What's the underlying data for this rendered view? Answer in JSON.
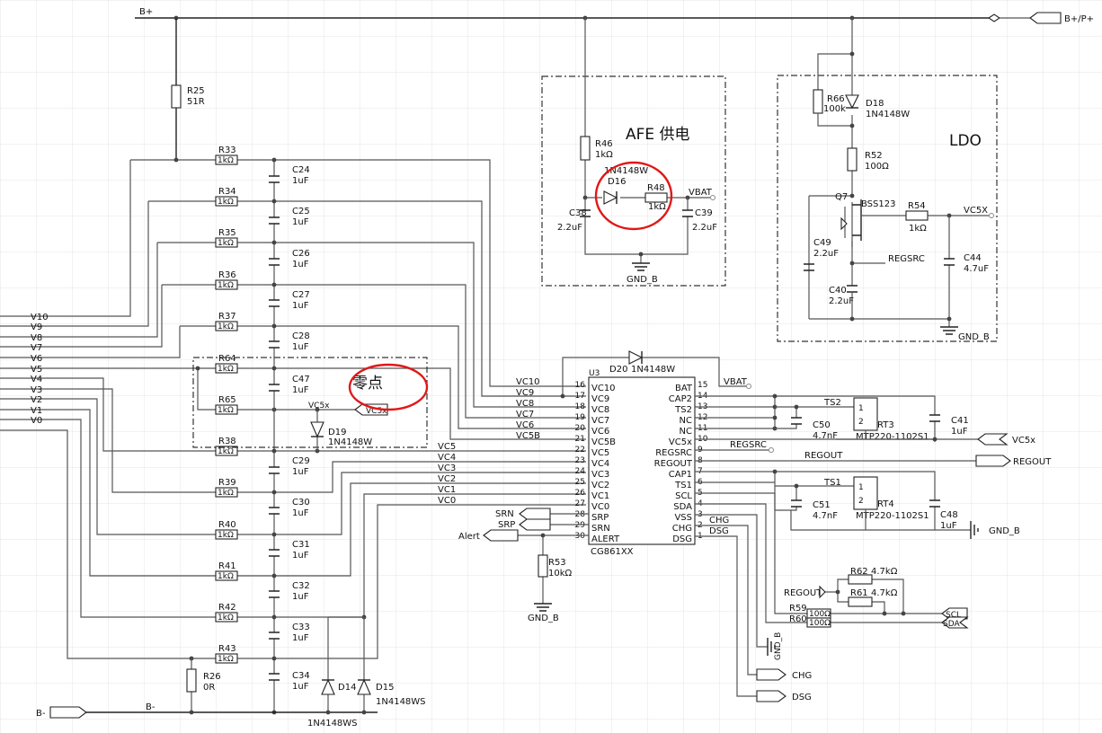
{
  "nets": {
    "bplus": "B+",
    "bpluspplus": "B+/P+",
    "bminus_port": "B-",
    "bminus": "B-",
    "vbat": "VBAT",
    "vc5x": "VC5x",
    "gnd_b": "GND_B",
    "regsrc": "REGSRC",
    "regout": "REGOUT",
    "alert": "Alert",
    "srn": "SRN",
    "srp": "SRP",
    "chg": "CHG",
    "dsg": "DSG",
    "scl": "SCL",
    "sda": "SDA",
    "ts1": "TS1",
    "ts2": "TS2",
    "vc5x_caps": "VC5X"
  },
  "inputs": [
    "V10",
    "V9",
    "V8",
    "V7",
    "V6",
    "V5",
    "V4",
    "V3",
    "V2",
    "V1",
    "V0"
  ],
  "boxes": {
    "afe": "AFE 供电",
    "ldo": "LDO",
    "zero": "零点"
  },
  "ic": {
    "ref": "U3",
    "name": "CG861XX",
    "left_pins": [
      {
        "num": "16",
        "name": "VC10"
      },
      {
        "num": "17",
        "name": "VC9"
      },
      {
        "num": "18",
        "name": "VC8"
      },
      {
        "num": "19",
        "name": "VC7"
      },
      {
        "num": "20",
        "name": "VC6"
      },
      {
        "num": "21",
        "name": "VC5B"
      },
      {
        "num": "22",
        "name": "VC5"
      },
      {
        "num": "23",
        "name": "VC4"
      },
      {
        "num": "24",
        "name": "VC3"
      },
      {
        "num": "25",
        "name": "VC2"
      },
      {
        "num": "26",
        "name": "VC1"
      },
      {
        "num": "27",
        "name": "VC0"
      },
      {
        "num": "28",
        "name": "SRP"
      },
      {
        "num": "29",
        "name": "SRN"
      },
      {
        "num": "30",
        "name": "ALERT"
      }
    ],
    "right_pins": [
      {
        "num": "15",
        "name": "BAT"
      },
      {
        "num": "14",
        "name": "CAP2"
      },
      {
        "num": "13",
        "name": "TS2"
      },
      {
        "num": "12",
        "name": "NC"
      },
      {
        "num": "11",
        "name": "NC"
      },
      {
        "num": "10",
        "name": "VC5x"
      },
      {
        "num": "9",
        "name": "REGSRC"
      },
      {
        "num": "8",
        "name": "REGOUT"
      },
      {
        "num": "7",
        "name": "CAP1"
      },
      {
        "num": "6",
        "name": "TS1"
      },
      {
        "num": "5",
        "name": "SCL"
      },
      {
        "num": "4",
        "name": "SDA"
      },
      {
        "num": "3",
        "name": "VSS"
      },
      {
        "num": "2",
        "name": "CHG"
      },
      {
        "num": "1",
        "name": "DSG"
      }
    ],
    "left_nets": [
      "VC10",
      "VC9",
      "VC8",
      "VC7",
      "VC6",
      "VC5B",
      "VC5",
      "VC4",
      "VC3",
      "VC2",
      "VC1",
      "VC0"
    ]
  },
  "parts": {
    "r25": {
      "ref": "R25",
      "val": "51R"
    },
    "r26": {
      "ref": "R26",
      "val": "0R"
    },
    "r33": {
      "ref": "R33",
      "val": "1kΩ"
    },
    "r34": {
      "ref": "R34",
      "val": "1kΩ"
    },
    "r35": {
      "ref": "R35",
      "val": "1kΩ"
    },
    "r36": {
      "ref": "R36",
      "val": "1kΩ"
    },
    "r37": {
      "ref": "R37",
      "val": "1kΩ"
    },
    "r64": {
      "ref": "R64",
      "val": "1kΩ"
    },
    "r65": {
      "ref": "R65",
      "val": "1kΩ"
    },
    "r38": {
      "ref": "R38",
      "val": "1kΩ"
    },
    "r39": {
      "ref": "R39",
      "val": "1kΩ"
    },
    "r40": {
      "ref": "R40",
      "val": "1kΩ"
    },
    "r41": {
      "ref": "R41",
      "val": "1kΩ"
    },
    "r42": {
      "ref": "R42",
      "val": "1kΩ"
    },
    "r43": {
      "ref": "R43",
      "val": "1kΩ"
    },
    "c24": {
      "ref": "C24",
      "val": "1uF"
    },
    "c25": {
      "ref": "C25",
      "val": "1uF"
    },
    "c26": {
      "ref": "C26",
      "val": "1uF"
    },
    "c27": {
      "ref": "C27",
      "val": "1uF"
    },
    "c28": {
      "ref": "C28",
      "val": "1uF"
    },
    "c47": {
      "ref": "C47",
      "val": "1uF"
    },
    "c29": {
      "ref": "C29",
      "val": "1uF"
    },
    "c30": {
      "ref": "C30",
      "val": "1uF"
    },
    "c31": {
      "ref": "C31",
      "val": "1uF"
    },
    "c32": {
      "ref": "C32",
      "val": "1uF"
    },
    "c33": {
      "ref": "C33",
      "val": "1uF"
    },
    "c34": {
      "ref": "C34",
      "val": "1uF"
    },
    "d19": {
      "ref": "D19",
      "val": "1N4148W"
    },
    "d14": {
      "ref": "D14",
      "val": "1N4148WS"
    },
    "d15": {
      "ref": "D15",
      "val": "1N4148WS"
    },
    "d20": {
      "ref": "D20",
      "val": "1N4148W"
    },
    "r46": {
      "ref": "R46",
      "val": "1kΩ"
    },
    "d16": {
      "ref": "D16",
      "val": "1N4148W"
    },
    "r48": {
      "ref": "R48",
      "val": "1kΩ"
    },
    "c38": {
      "ref": "C38",
      "val": "2.2uF"
    },
    "c39": {
      "ref": "C39",
      "val": "2.2uF"
    },
    "r66": {
      "ref": "R66",
      "val": "100k"
    },
    "d18": {
      "ref": "D18",
      "val": "1N4148W"
    },
    "r52": {
      "ref": "R52",
      "val": "100Ω"
    },
    "q7": {
      "ref": "Q7",
      "val": "BSS123"
    },
    "r54": {
      "ref": "R54",
      "val": "1kΩ"
    },
    "c49": {
      "ref": "C49",
      "val": "2.2uF"
    },
    "c40": {
      "ref": "C40",
      "val": "2.2uF"
    },
    "c44": {
      "ref": "C44",
      "val": "4.7uF"
    },
    "r53": {
      "ref": "R53",
      "val": "10kΩ"
    },
    "c50": {
      "ref": "C50",
      "val": "4.7nF"
    },
    "rt3": {
      "ref": "RT3",
      "val": "MTP220-1102S1"
    },
    "c41": {
      "ref": "C41",
      "val": "1uF"
    },
    "c51": {
      "ref": "C51",
      "val": "4.7nF"
    },
    "rt4": {
      "ref": "RT4",
      "val": "MTP220-1102S1"
    },
    "c48": {
      "ref": "C48",
      "val": "1uF"
    },
    "r62": {
      "ref": "R62",
      "val": "4.7kΩ"
    },
    "r61": {
      "ref": "R61",
      "val": "4.7kΩ"
    },
    "r59": {
      "ref": "R59",
      "val": "100Ω"
    },
    "r60": {
      "ref": "R60",
      "val": "100Ω"
    },
    "rt_pin1": "1",
    "rt_pin2": "2"
  }
}
